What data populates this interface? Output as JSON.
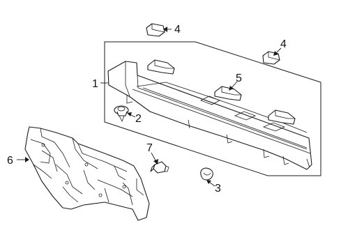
{
  "diagram": {
    "callouts": [
      {
        "id": "c1",
        "text": "1"
      },
      {
        "id": "c2",
        "text": "2"
      },
      {
        "id": "c3",
        "text": "3"
      },
      {
        "id": "c4a",
        "text": "4"
      },
      {
        "id": "c4b",
        "text": "4"
      },
      {
        "id": "c5",
        "text": "5"
      },
      {
        "id": "c6",
        "text": "6"
      },
      {
        "id": "c7",
        "text": "7"
      }
    ],
    "colors": {
      "line": "#1a1a1a",
      "background": "#ffffff"
    }
  }
}
